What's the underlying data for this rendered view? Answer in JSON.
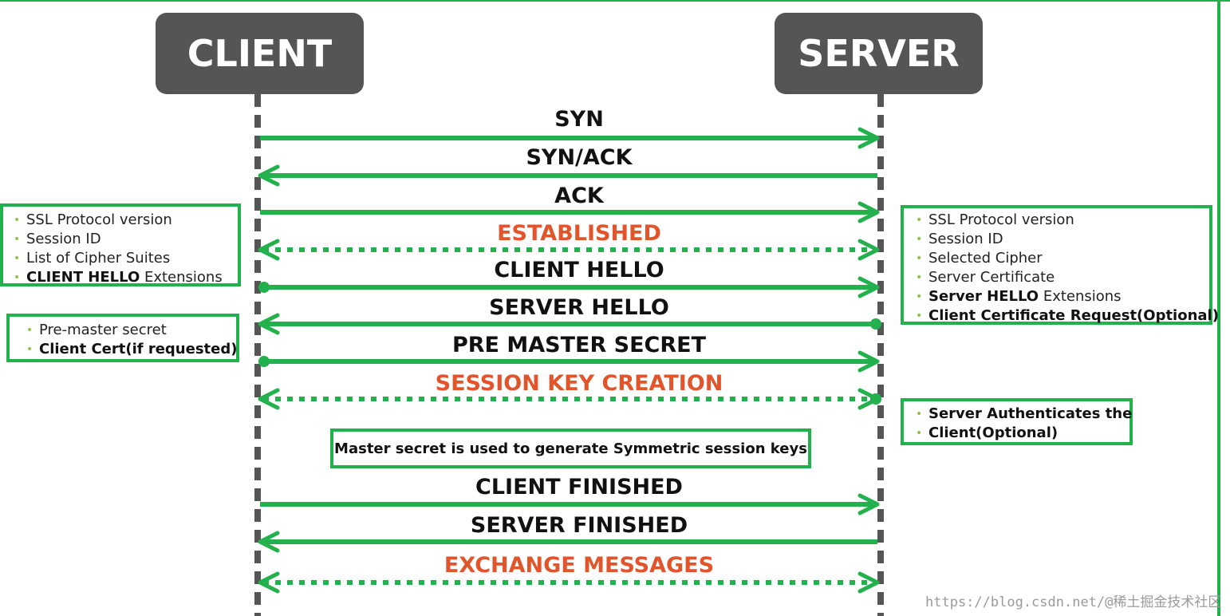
{
  "actors": {
    "client": "CLIENT",
    "server": "SERVER"
  },
  "messages": [
    {
      "label": "SYN",
      "direction": "client-to-server",
      "style": "solid",
      "kind": "message"
    },
    {
      "label": "SYN/ACK",
      "direction": "server-to-client",
      "style": "solid",
      "kind": "message"
    },
    {
      "label": "ACK",
      "direction": "client-to-server",
      "style": "solid",
      "kind": "message"
    },
    {
      "label": "ESTABLISHED",
      "direction": "both",
      "style": "dotted",
      "kind": "phase"
    },
    {
      "label": "CLIENT HELLO",
      "direction": "client-to-server",
      "style": "solid",
      "kind": "message"
    },
    {
      "label": "SERVER HELLO",
      "direction": "server-to-client",
      "style": "solid",
      "kind": "message"
    },
    {
      "label": "PRE MASTER SECRET",
      "direction": "client-to-server",
      "style": "solid",
      "kind": "message"
    },
    {
      "label": "SESSION KEY CREATION",
      "direction": "both",
      "style": "dotted",
      "kind": "phase"
    },
    {
      "label": "CLIENT FINISHED",
      "direction": "client-to-server",
      "style": "solid",
      "kind": "message"
    },
    {
      "label": "SERVER FINISHED",
      "direction": "server-to-client",
      "style": "solid",
      "kind": "message"
    },
    {
      "label": "EXCHANGE MESSAGES",
      "direction": "both",
      "style": "dotted",
      "kind": "phase"
    }
  ],
  "notes": {
    "client_hello": {
      "items": [
        {
          "text": "SSL Protocol version"
        },
        {
          "text": "Session ID"
        },
        {
          "text": "List of Cipher Suites"
        },
        {
          "bold": "CLIENT HELLO",
          "text": " Extensions"
        }
      ]
    },
    "pre_master": {
      "items": [
        {
          "text": "Pre-master secret"
        },
        {
          "bold": "Client Cert(if requested)",
          "text": ""
        }
      ]
    },
    "server_hello": {
      "items": [
        {
          "text": "SSL Protocol version"
        },
        {
          "text": "Session ID"
        },
        {
          "text": "Selected Cipher"
        },
        {
          "text": "Server Certificate"
        },
        {
          "bold": "Server HELLO",
          "text": " Extensions"
        },
        {
          "bold": "Client Certificate Request(Optional)",
          "text": ""
        }
      ]
    },
    "server_auth": {
      "items": [
        {
          "bold": "Server Authenticates the",
          "text": ""
        },
        {
          "bold": "Client(Optional)",
          "text": ""
        }
      ]
    },
    "master_secret": "Master secret is used to generate Symmetric session keys"
  },
  "watermark": "https://blog.csdn.net/@稀土掘金技术社区",
  "colors": {
    "arrow": "#22b14c",
    "phase_text": "#e2542a",
    "actor_box": "#555555",
    "lifeline": "#555555",
    "note_border": "#22b14c"
  }
}
